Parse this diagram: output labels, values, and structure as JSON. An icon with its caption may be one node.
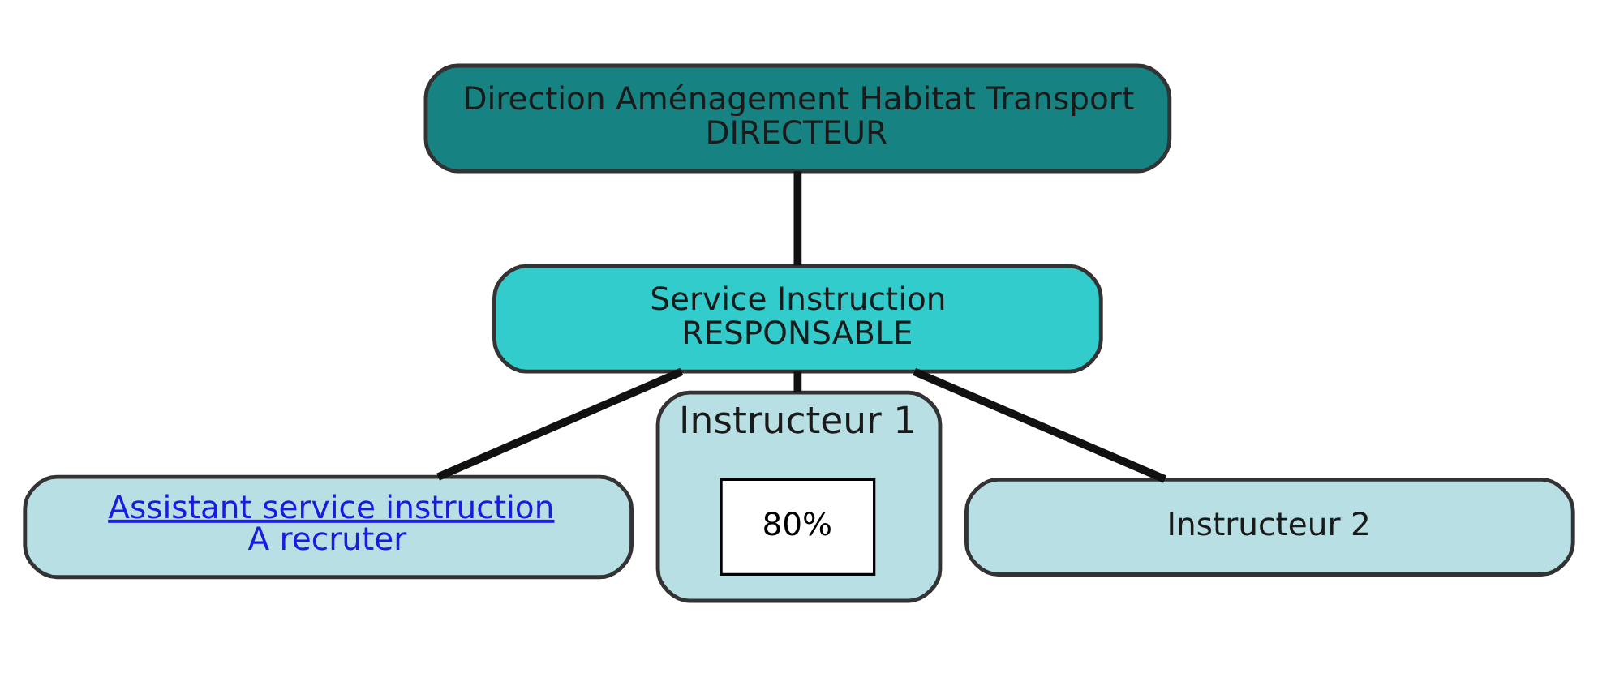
{
  "diagram": {
    "nodes": [
      {
        "text": [
          "Direction Aménagement Habitat Transport",
          "DIRECTEUR"
        ]
      },
      {
        "text": [
          "Service Instruction",
          "RESPONSABLE"
        ]
      },
      {
        "text": [
          "Assistant service instruction",
          "A recruter"
        ]
      },
      {
        "text": [
          "Instructeur 1"
        ]
      },
      {
        "text": [
          "Instructeur 2"
        ]
      },
      {
        "text": [
          "80%"
        ],
        "in": 3
      }
    ],
    "edges": [
      {
        "from": 0,
        "to": 1,
        "arrow": "none"
      },
      {
        "from": 1,
        "to": 2,
        "arrow": "none"
      },
      {
        "from": 1,
        "to": 3,
        "arrow": "none"
      },
      {
        "from": 1,
        "to": 4,
        "arrow": "none"
      }
    ]
  }
}
